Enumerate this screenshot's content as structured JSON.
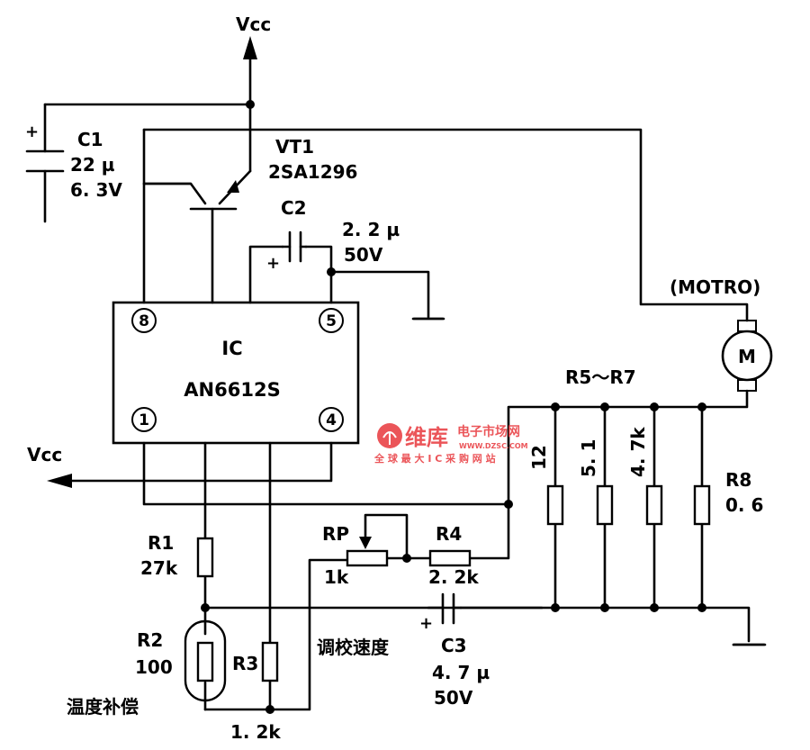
{
  "labels": {
    "vcc_top": "Vcc",
    "vcc_left": "Vcc",
    "c1_name": "C1",
    "c1_value": "22 µ",
    "c1_voltage": "6. 3V",
    "c1_plus": "+",
    "vt1_name": "VT1",
    "vt1_part": "2SA1296",
    "c2_name": "C2",
    "c2_value": "2. 2 µ",
    "c2_voltage": "50V",
    "c2_plus": "+",
    "motor_label": "(MOTRO)",
    "motor_symbol": "M",
    "ic_label": "IC",
    "ic_part": "AN6612S",
    "pin8": "8",
    "pin5": "5",
    "pin1": "1",
    "pin4": "4",
    "r5r7_name": "R5～R7",
    "r5_value": "12",
    "r6_value": "5. 1",
    "r7_value": "4. 7k",
    "r8_name": "R8",
    "r8_value": "0. 6",
    "r1_name": "R1",
    "r1_value": "27k",
    "rp_name": "RP",
    "rp_value": "1k",
    "r4_name": "R4",
    "r4_value": "2. 2k",
    "c3_plus": "+",
    "c3_name": "C3",
    "c3_value": "4. 7 µ",
    "c3_voltage": "50V",
    "r2_name": "R2",
    "r2_value": "100",
    "r3_name": "R3",
    "r3_value": "1. 2k",
    "adjust_note": "调校速度",
    "temp_note": "温度补偿"
  },
  "watermark": {
    "brand": "维库",
    "site_name": "电子市场网",
    "url": "WWW.DZSC.COM",
    "slogan": "全 球 最 大 I C 采 购 网 站"
  },
  "colors": {
    "ink": "#000000",
    "paper": "#ffffff",
    "watermark": "#e8383d"
  }
}
